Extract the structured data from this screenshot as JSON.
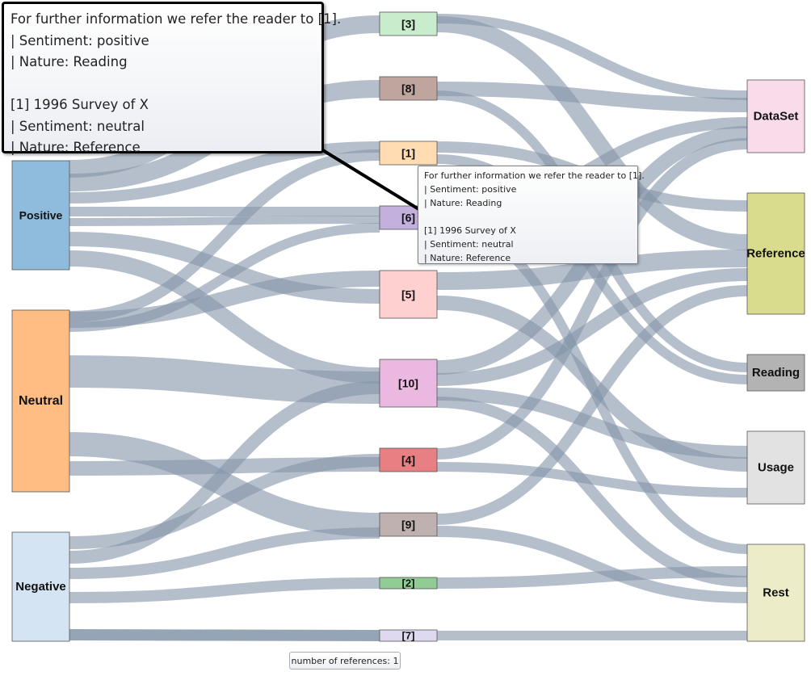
{
  "nodes": {
    "positive": {
      "label": "Positive",
      "color": "#8fbcdc"
    },
    "neutral": {
      "label": "Neutral",
      "color": "#ffbd84"
    },
    "negative": {
      "label": "Negative",
      "color": "#d5e4f3"
    },
    "r3": {
      "label": "[3]",
      "color": "#c8eccc"
    },
    "r8": {
      "label": "[8]",
      "color": "#c0a59f"
    },
    "r1": {
      "label": "[1]",
      "color": "#ffdcb2"
    },
    "r6": {
      "label": "[6]",
      "color": "#c3b0dd"
    },
    "r5": {
      "label": "[5]",
      "color": "#ffd0d0"
    },
    "r10": {
      "label": "[10]",
      "color": "#eab8e0"
    },
    "r4": {
      "label": "[4]",
      "color": "#e88083"
    },
    "r9": {
      "label": "[9]",
      "color": "#c0b1b1"
    },
    "r2": {
      "label": "[2]",
      "color": "#90cc94"
    },
    "r7": {
      "label": "[7]",
      "color": "#dfd9ef"
    },
    "dataset": {
      "label": "DataSet",
      "color": "#f9dcea"
    },
    "reference": {
      "label": "Reference",
      "color": "#d8dc8c"
    },
    "reading": {
      "label": "Reading",
      "color": "#b3b3b3"
    },
    "usage": {
      "label": "Usage",
      "color": "#e2e2e2"
    },
    "rest": {
      "label": "Rest",
      "color": "#ecedc8"
    }
  },
  "links_color": "#8495a8",
  "callout": {
    "line1": "For further information we refer the reader to [1].",
    "line2": "| Sentiment: positive",
    "line3": "| Nature: Reading",
    "line4": "[1] 1996 Survey of X",
    "line5": "| Sentiment: neutral",
    "line6": "| Nature: Reference"
  },
  "tooltip": {
    "line1": "For further information we refer the reader to [1].",
    "line2": "| Sentiment: positive",
    "line3": "| Nature: Reading",
    "line4": "[1] 1996 Survey of X",
    "line5": "| Sentiment: neutral",
    "line6": "| Nature: Reference"
  },
  "reference_count": "number of references: 1"
}
